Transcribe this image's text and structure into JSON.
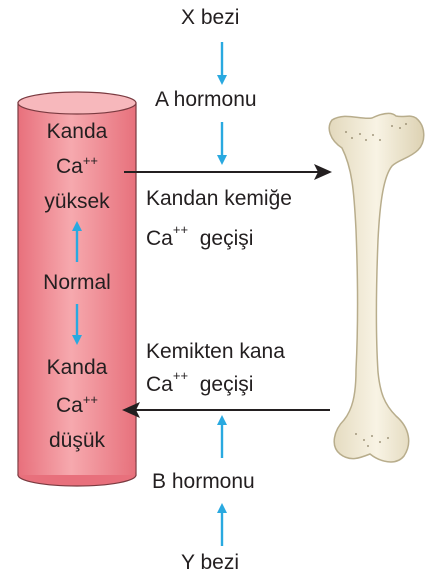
{
  "gland_top": "X bezi",
  "hormone_a": "A hormonu",
  "hormone_b": "B hormonu",
  "gland_bottom": "Y bezi",
  "vessel": {
    "high": {
      "line1": "Kanda",
      "ion": "Ca",
      "charge": "++",
      "line3": "yüksek"
    },
    "normal": "Normal",
    "low": {
      "line1": "Kanda",
      "ion": "Ca",
      "charge": "++",
      "line3": "düşük"
    }
  },
  "transfer_to_bone": {
    "line1": "Kandan kemiğe",
    "ion": "Ca",
    "charge": "++",
    "suffix": "geçişi"
  },
  "transfer_to_blood": {
    "line1": "Kemikten kana",
    "ion": "Ca",
    "charge": "++",
    "suffix": "geçişi"
  },
  "colors": {
    "arrow_blue": "#29a9e0",
    "arrow_black": "#231f20",
    "vessel_fill": "#f08b93",
    "vessel_stroke": "#7a3a40",
    "bone_fill": "#f3ecd8",
    "bone_stroke": "#b8ad8c"
  }
}
